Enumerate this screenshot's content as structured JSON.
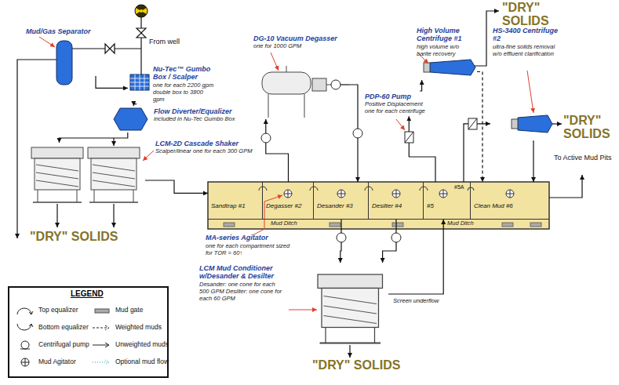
{
  "diagram": {
    "nodes": [
      {
        "text": [
          "Mud/Gas Separator"
        ]
      },
      {
        "text": [
          "Nu-Tec™ Gumbo Box / Scalper",
          "one for each 2200 gpm double box to 3800 gpm"
        ]
      },
      {
        "text": [
          "Flow Diverter/Equalizer",
          "included in Nu-Tec Gumbo Box"
        ]
      },
      {
        "text": [
          "LCM-2D Cascade Shaker",
          "Scalper/linear one for each 300 GPM"
        ]
      },
      {
        "text": [
          "DG-10 Vacuum Degasser",
          "one for 1000 GPM"
        ]
      },
      {
        "text": [
          "PDP-60 Pump",
          "Positive Displacement one for each centrifuge"
        ]
      },
      {
        "text": [
          "High Volume Centrifuge #1",
          "high volume w/o barite recovery"
        ]
      },
      {
        "text": [
          "HS-3400 Centrifuge #2",
          "ultra-fine solids removal w/o effluent clarification"
        ]
      },
      {
        "text": [
          "Mud Ditch",
          "Mud Ditch"
        ]
      },
      {
        "text": [
          "Sandtrap #1"
        ],
        "in": 8
      },
      {
        "text": [
          "Degasser #2"
        ],
        "in": 8
      },
      {
        "text": [
          "Desander #3"
        ],
        "in": 8
      },
      {
        "text": [
          "Desilter #4"
        ],
        "in": 8
      },
      {
        "text": [
          "#5"
        ],
        "in": 8
      },
      {
        "text": [
          "Clean Mud #6"
        ],
        "in": 8
      },
      {
        "text": [
          "LCM Mud Conditioner w/Desander & Desilter",
          "Desander: one cone for each 500 GPM Desilter: one cone for each 60 GPM"
        ]
      }
    ],
    "edges": [
      {
        "from": 0,
        "to": 1,
        "arrow": "to"
      },
      {
        "from": 1,
        "to": 2,
        "arrow": "to"
      },
      {
        "from": 2,
        "to": 3,
        "arrow": "to"
      },
      {
        "from": 3,
        "to": 9,
        "arrow": "to"
      },
      {
        "from": 10,
        "to": 4,
        "arrow": "to"
      },
      {
        "from": 4,
        "to": 11,
        "arrow": "to"
      },
      {
        "from": 11,
        "to": 15,
        "arrow": "to"
      },
      {
        "from": 12,
        "to": 15,
        "arrow": "to"
      },
      {
        "from": 15,
        "to": 13,
        "arrow": "to",
        "label": "Screen underflow"
      },
      {
        "from": 13,
        "to": 5,
        "arrow": "to"
      },
      {
        "from": 5,
        "to": 6,
        "arrow": "to"
      },
      {
        "from": 6,
        "to": 14,
        "arrow": "to"
      },
      {
        "from": 13,
        "to": 7,
        "arrow": "to"
      },
      {
        "from": 7,
        "to": 14,
        "arrow": "to"
      }
    ],
    "labels": [
      "From well",
      "\"DRY\" SOLIDS",
      "\"DRY\" SOLIDS",
      "\"DRY\" SOLIDS",
      "\"DRY\" SOLIDS",
      "MA-series Agitator",
      "one for each compartment sized for TOR = 60↑",
      "#5A",
      "To Active Mud Pits",
      "LEGEND"
    ],
    "legend": [
      {
        "text": "Top equalizer"
      },
      {
        "text": "Bottom equalizer"
      },
      {
        "text": "Centrifugal pump"
      },
      {
        "text": "Mud Agitator"
      },
      {
        "text": "Mud gate"
      },
      {
        "text": "Weighted muds"
      },
      {
        "text": "Unweighted muds"
      },
      {
        "text": "Optional mud flow"
      }
    ]
  }
}
